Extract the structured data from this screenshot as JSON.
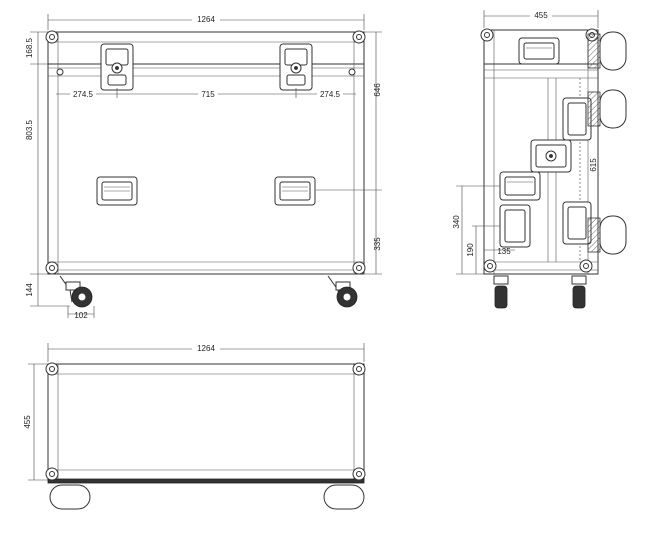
{
  "front_view": {
    "width_label": "1264",
    "lid_height_label": "168.5",
    "body_height_label": "803.5",
    "handle_offset_left_label": "274.5",
    "handle_spacing_label": "715",
    "handle_offset_right_label": "274.5",
    "total_height_label": "646",
    "side_handle_height_label": "335",
    "caster_height_label": "144",
    "caster_width_label": "102"
  },
  "side_view": {
    "width_label": "455",
    "height_label": "615",
    "handle_height_label": "340",
    "handle_low_label": "190",
    "handle_offset_label": "135"
  },
  "top_view": {
    "width_label": "1264",
    "depth_label": "455"
  }
}
